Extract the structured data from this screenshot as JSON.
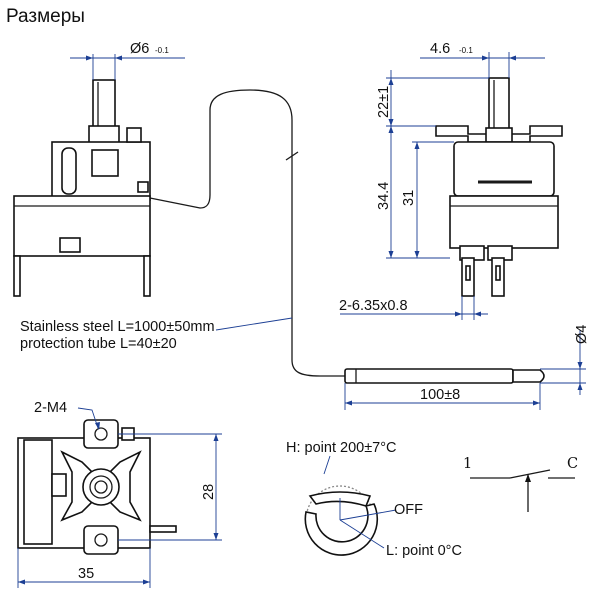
{
  "title": "Размеры",
  "dimensions": {
    "shaft_diameter": "Ø6",
    "shaft_diameter_tol": "-0.1",
    "shaft_flat": "4.6",
    "shaft_flat_tol": "-0.1",
    "shaft_height": "22±1",
    "body_height_total": "34.4",
    "body_height": "31",
    "terminals": "2-6.35x0.8",
    "bulb_diameter": "Ø4",
    "bulb_length": "100±8",
    "mount_holes": "2-M4",
    "base_height": "28",
    "base_width": "35"
  },
  "capillary": {
    "line1": "Stainless steel L=1000±50mm",
    "line2": "protection tube L=40±20"
  },
  "dial": {
    "high": "H: point 200±7°C",
    "off": "OFF",
    "low": "L: point 0°C"
  },
  "schematic": {
    "left_terminal": "1",
    "right_terminal": "C"
  }
}
